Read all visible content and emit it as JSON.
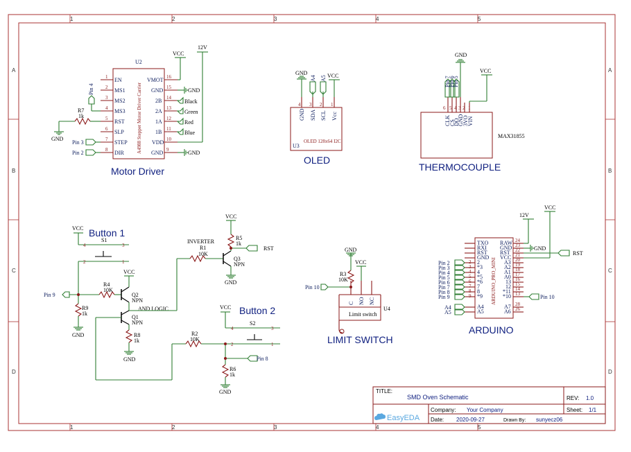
{
  "border": {
    "cols": [
      "1",
      "2",
      "3",
      "4",
      "5"
    ],
    "rows": [
      "A",
      "B",
      "C",
      "D"
    ]
  },
  "titles": {
    "motor_driver": "Motor Driver",
    "oled": "OLED",
    "thermocouple": "THERMOCOUPLE",
    "button1": "Button 1",
    "button2": "Button 2",
    "limit_switch": "LIMIT SWITCH",
    "arduino": "ARDUINO"
  },
  "u2": {
    "ref": "U2",
    "part": "A4988 Stepper Motor Driver Carrier",
    "left_pins": [
      {
        "num": "1",
        "name": "EN"
      },
      {
        "num": "2",
        "name": "MS1"
      },
      {
        "num": "3",
        "name": "MS2"
      },
      {
        "num": "4",
        "name": "MS3"
      },
      {
        "num": "5",
        "name": "RST"
      },
      {
        "num": "6",
        "name": "SLP"
      },
      {
        "num": "7",
        "name": "STEP"
      },
      {
        "num": "8",
        "name": "DIR"
      }
    ],
    "right_pins": [
      {
        "num": "16",
        "name": "VMOT"
      },
      {
        "num": "15",
        "name": "GND"
      },
      {
        "num": "14",
        "name": "2B"
      },
      {
        "num": "13",
        "name": "2A"
      },
      {
        "num": "12",
        "name": "1A"
      },
      {
        "num": "11",
        "name": "1B"
      },
      {
        "num": "10",
        "name": "VDD"
      },
      {
        "num": "9",
        "name": "GND"
      }
    ],
    "right_labels": [
      "GND",
      "Black",
      "Green",
      "Red",
      "Blue",
      "GND"
    ],
    "vcc": "VCC",
    "v12": "12V",
    "pin4": "Pin 4",
    "r7": "R7",
    "r7v": "1k",
    "gnd": "GND",
    "pin3": "Pin 3",
    "pin2": "Pin 2"
  },
  "u3": {
    "ref": "U3",
    "part": "OLED 128x64 I2C",
    "pins": [
      {
        "num": "4",
        "name": "GND"
      },
      {
        "num": "3",
        "name": "SDA"
      },
      {
        "num": "2",
        "name": "SCL"
      },
      {
        "num": "1",
        "name": "Vcc"
      }
    ],
    "gnd": "GND",
    "a4": "A4",
    "a5": "A5",
    "vcc": "VCC"
  },
  "thermo": {
    "part": "MAX31855",
    "pins": [
      {
        "num": "6",
        "name": "CLK"
      },
      {
        "num": "5",
        "name": "CS"
      },
      {
        "num": "4",
        "name": "DO"
      },
      {
        "num": "3",
        "name": "GND"
      },
      {
        "num": "2",
        "name": "3VO"
      },
      {
        "num": "1",
        "name": "VIN"
      }
    ],
    "gnd": "GND",
    "vcc": "VCC",
    "pin7": "Pin 7",
    "pin6": "Pin 6",
    "pin5": "Pin 5"
  },
  "logic": {
    "vcc": "VCC",
    "s1": "S1",
    "s2": "S2",
    "pin9": "Pin 9",
    "pin8": "Pin 8",
    "r4": "R4",
    "r4v": "10K",
    "r9": "R9",
    "r9v": "1k",
    "r8": "R8",
    "r8v": "1k",
    "r1": "R1",
    "r1v": "10K",
    "r5": "R5",
    "r5v": "1k",
    "r2": "R2",
    "r2v": "10K",
    "r6": "R6",
    "r6v": "1k",
    "q1": "Q1",
    "q2": "Q2",
    "q3": "Q3",
    "npn": "NPN",
    "inverter": "INVERTER",
    "and_logic": "AND LOGIC",
    "rst": "RST",
    "gnd": "GND",
    "sw_pins": [
      "4",
      "3",
      "2",
      "1"
    ]
  },
  "limit": {
    "ref": "U4",
    "gnd": "GND",
    "vcc": "VCC",
    "r3": "R3",
    "r3v": "10K",
    "pin10": "Pin 10",
    "pins": [
      "C",
      "NO",
      "NC"
    ],
    "body": "Limit switch"
  },
  "arduino": {
    "part": "ARDUINO_PRO_MINI",
    "v12": "12V",
    "vcc": "VCC",
    "gnd": "GND",
    "rst": "RST",
    "pin10": "Pin 10",
    "left_inner": [
      "TXO",
      "RXI",
      "RST",
      "GND",
      "2",
      "*3",
      "4",
      "*5",
      "*6",
      "7",
      "8",
      "*9"
    ],
    "left_nums": [
      "",
      "",
      "",
      "",
      "2",
      "3",
      "4",
      "5",
      "6",
      "7",
      "8",
      "9"
    ],
    "right_inner": [
      "RAW",
      "GND",
      "RST",
      "VCC",
      "A3",
      "A2",
      "A1",
      "A0",
      "13",
      "12",
      "*11",
      "*10"
    ],
    "right_nums": [
      "24",
      "23",
      "22",
      "21",
      "20",
      "19",
      "18",
      "17",
      "16",
      "15",
      "14",
      "13"
    ],
    "bottom_left": [
      "A4",
      "A5"
    ],
    "bottom_right": [
      "A7",
      "A6"
    ],
    "bottom_right_nums": [
      "28",
      "26"
    ],
    "pin_labels": [
      "Pin 2",
      "Pin 3",
      "Pin 4",
      "Pin 5",
      "Pin 6",
      "Pin 7",
      "Pin 8",
      "Pin 9"
    ],
    "a_labels": [
      "A4",
      "A5"
    ]
  },
  "title_block": {
    "title_label": "TITLE:",
    "title": "SMD Oven Schematic",
    "rev_label": "REV:",
    "rev": "1.0",
    "company_label": "Company:",
    "company": "Your Company",
    "sheet_label": "Sheet:",
    "sheet": "1/1",
    "date_label": "Date:",
    "date": "2020-09-27",
    "drawn_label": "Drawn By:",
    "drawn": "sunyecz06",
    "logo": "EasyEDA"
  }
}
